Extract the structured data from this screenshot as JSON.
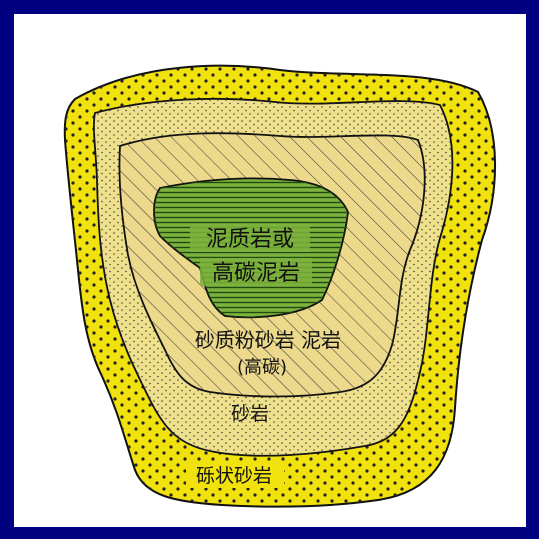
{
  "diagram": {
    "zones": [
      {
        "id": "conglomeratic-sandstone",
        "label": "砾状砂岩",
        "color": "#f1e10c"
      },
      {
        "id": "sandstone",
        "label": "砂岩",
        "color": "#efe08c"
      },
      {
        "id": "sandy-siltstone-mudstone",
        "label_line1": "砂质粉砂岩 泥岩",
        "label_line2": "(高碳)",
        "color": "#ecd98b"
      },
      {
        "id": "mudstone-core",
        "label_line1": "泥质岩或",
        "label_line2": "高碳泥岩",
        "color": "#7db23c"
      }
    ],
    "colors": {
      "background_frame": "#000080",
      "panel": "#ffffff",
      "outline": "#111111"
    }
  }
}
